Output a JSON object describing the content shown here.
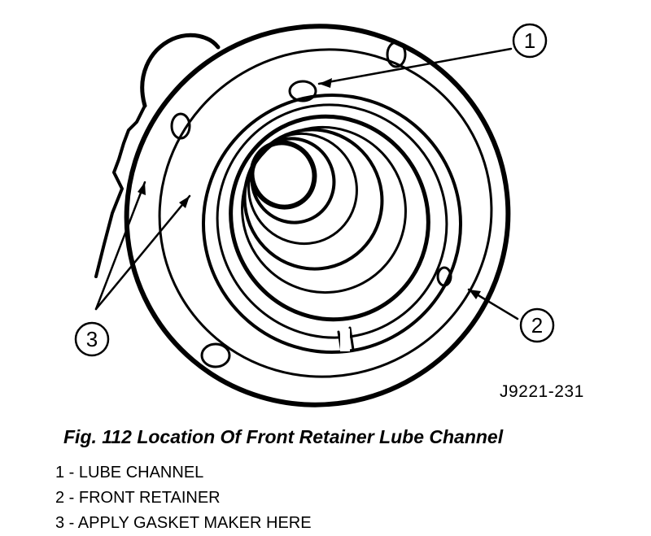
{
  "figure": {
    "reference_code": "J9221-231",
    "caption": "Fig. 112 Location Of Front Retainer Lube Channel"
  },
  "callouts": [
    {
      "number": "1",
      "label": "1 - LUBE CHANNEL"
    },
    {
      "number": "2",
      "label": "2 - FRONT RETAINER"
    },
    {
      "number": "3",
      "label": "3 - APPLY GASKET MAKER HERE"
    }
  ],
  "colors": {
    "ink": "#000000",
    "paper": "#ffffff"
  }
}
